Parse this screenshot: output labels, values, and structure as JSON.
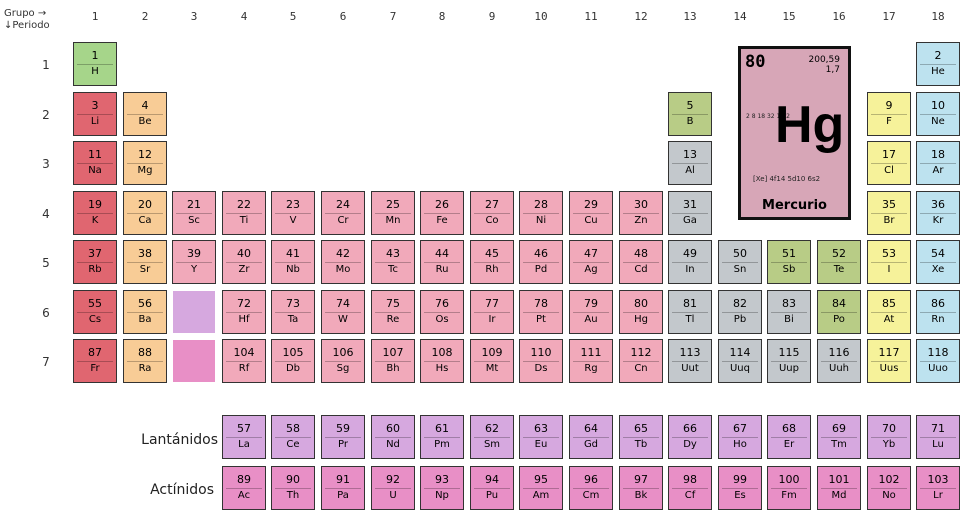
{
  "corner": {
    "grupo": "Grupo →",
    "periodo": "↓Periodo"
  },
  "groups": [
    "1",
    "2",
    "3",
    "4",
    "5",
    "6",
    "7",
    "8",
    "9",
    "10",
    "11",
    "12",
    "13",
    "14",
    "15",
    "16",
    "17",
    "18"
  ],
  "periods": [
    "1",
    "2",
    "3",
    "4",
    "5",
    "6",
    "7"
  ],
  "colors": {
    "alkali": "#e06670",
    "alkaline": "#f8cc96",
    "lanthanide": "#d6a8df",
    "actinide": "#e88fc6",
    "transition": "#f1a9ba",
    "poor": "#c3c8cc",
    "metalloid": "#b8cc86",
    "nonmetal": "#a6d58a",
    "halogen": "#f6f29a",
    "noble": "#bde2ef"
  },
  "elements": [
    {
      "num": "1",
      "sym": "H",
      "cat": "nonmetal",
      "g": 1,
      "p": 1
    },
    {
      "num": "2",
      "sym": "He",
      "cat": "noble",
      "g": 18,
      "p": 1
    },
    {
      "num": "3",
      "sym": "Li",
      "cat": "alkali",
      "g": 1,
      "p": 2
    },
    {
      "num": "4",
      "sym": "Be",
      "cat": "alkaline",
      "g": 2,
      "p": 2
    },
    {
      "num": "5",
      "sym": "B",
      "cat": "metalloid",
      "g": 13,
      "p": 2
    },
    {
      "num": "9",
      "sym": "F",
      "cat": "halogen",
      "g": 17,
      "p": 2
    },
    {
      "num": "10",
      "sym": "Ne",
      "cat": "noble",
      "g": 18,
      "p": 2
    },
    {
      "num": "11",
      "sym": "Na",
      "cat": "alkali",
      "g": 1,
      "p": 3
    },
    {
      "num": "12",
      "sym": "Mg",
      "cat": "alkaline",
      "g": 2,
      "p": 3
    },
    {
      "num": "13",
      "sym": "Al",
      "cat": "poor",
      "g": 13,
      "p": 3
    },
    {
      "num": "17",
      "sym": "Cl",
      "cat": "halogen",
      "g": 17,
      "p": 3
    },
    {
      "num": "18",
      "sym": "Ar",
      "cat": "noble",
      "g": 18,
      "p": 3
    },
    {
      "num": "19",
      "sym": "K",
      "cat": "alkali",
      "g": 1,
      "p": 4
    },
    {
      "num": "20",
      "sym": "Ca",
      "cat": "alkaline",
      "g": 2,
      "p": 4
    },
    {
      "num": "21",
      "sym": "Sc",
      "cat": "transition",
      "g": 3,
      "p": 4
    },
    {
      "num": "22",
      "sym": "Ti",
      "cat": "transition",
      "g": 4,
      "p": 4
    },
    {
      "num": "23",
      "sym": "V",
      "cat": "transition",
      "g": 5,
      "p": 4
    },
    {
      "num": "24",
      "sym": "Cr",
      "cat": "transition",
      "g": 6,
      "p": 4
    },
    {
      "num": "25",
      "sym": "Mn",
      "cat": "transition",
      "g": 7,
      "p": 4
    },
    {
      "num": "26",
      "sym": "Fe",
      "cat": "transition",
      "g": 8,
      "p": 4
    },
    {
      "num": "27",
      "sym": "Co",
      "cat": "transition",
      "g": 9,
      "p": 4
    },
    {
      "num": "28",
      "sym": "Ni",
      "cat": "transition",
      "g": 10,
      "p": 4
    },
    {
      "num": "29",
      "sym": "Cu",
      "cat": "transition",
      "g": 11,
      "p": 4
    },
    {
      "num": "30",
      "sym": "Zn",
      "cat": "transition",
      "g": 12,
      "p": 4
    },
    {
      "num": "31",
      "sym": "Ga",
      "cat": "poor",
      "g": 13,
      "p": 4
    },
    {
      "num": "35",
      "sym": "Br",
      "cat": "halogen",
      "g": 17,
      "p": 4
    },
    {
      "num": "36",
      "sym": "Kr",
      "cat": "noble",
      "g": 18,
      "p": 4
    },
    {
      "num": "37",
      "sym": "Rb",
      "cat": "alkali",
      "g": 1,
      "p": 5
    },
    {
      "num": "38",
      "sym": "Sr",
      "cat": "alkaline",
      "g": 2,
      "p": 5
    },
    {
      "num": "39",
      "sym": "Y",
      "cat": "transition",
      "g": 3,
      "p": 5
    },
    {
      "num": "40",
      "sym": "Zr",
      "cat": "transition",
      "g": 4,
      "p": 5
    },
    {
      "num": "41",
      "sym": "Nb",
      "cat": "transition",
      "g": 5,
      "p": 5
    },
    {
      "num": "42",
      "sym": "Mo",
      "cat": "transition",
      "g": 6,
      "p": 5
    },
    {
      "num": "43",
      "sym": "Tc",
      "cat": "transition",
      "g": 7,
      "p": 5
    },
    {
      "num": "44",
      "sym": "Ru",
      "cat": "transition",
      "g": 8,
      "p": 5
    },
    {
      "num": "45",
      "sym": "Rh",
      "cat": "transition",
      "g": 9,
      "p": 5
    },
    {
      "num": "46",
      "sym": "Pd",
      "cat": "transition",
      "g": 10,
      "p": 5
    },
    {
      "num": "47",
      "sym": "Ag",
      "cat": "transition",
      "g": 11,
      "p": 5
    },
    {
      "num": "48",
      "sym": "Cd",
      "cat": "transition",
      "g": 12,
      "p": 5
    },
    {
      "num": "49",
      "sym": "In",
      "cat": "poor",
      "g": 13,
      "p": 5
    },
    {
      "num": "50",
      "sym": "Sn",
      "cat": "poor",
      "g": 14,
      "p": 5
    },
    {
      "num": "51",
      "sym": "Sb",
      "cat": "metalloid",
      "g": 15,
      "p": 5
    },
    {
      "num": "52",
      "sym": "Te",
      "cat": "metalloid",
      "g": 16,
      "p": 5
    },
    {
      "num": "53",
      "sym": "I",
      "cat": "halogen",
      "g": 17,
      "p": 5
    },
    {
      "num": "54",
      "sym": "Xe",
      "cat": "noble",
      "g": 18,
      "p": 5
    },
    {
      "num": "55",
      "sym": "Cs",
      "cat": "alkali",
      "g": 1,
      "p": 6
    },
    {
      "num": "56",
      "sym": "Ba",
      "cat": "alkaline",
      "g": 2,
      "p": 6
    },
    {
      "num": "72",
      "sym": "Hf",
      "cat": "transition",
      "g": 4,
      "p": 6
    },
    {
      "num": "73",
      "sym": "Ta",
      "cat": "transition",
      "g": 5,
      "p": 6
    },
    {
      "num": "74",
      "sym": "W",
      "cat": "transition",
      "g": 6,
      "p": 6
    },
    {
      "num": "75",
      "sym": "Re",
      "cat": "transition",
      "g": 7,
      "p": 6
    },
    {
      "num": "76",
      "sym": "Os",
      "cat": "transition",
      "g": 8,
      "p": 6
    },
    {
      "num": "77",
      "sym": "Ir",
      "cat": "transition",
      "g": 9,
      "p": 6
    },
    {
      "num": "78",
      "sym": "Pt",
      "cat": "transition",
      "g": 10,
      "p": 6
    },
    {
      "num": "79",
      "sym": "Au",
      "cat": "transition",
      "g": 11,
      "p": 6
    },
    {
      "num": "80",
      "sym": "Hg",
      "cat": "transition",
      "g": 12,
      "p": 6
    },
    {
      "num": "81",
      "sym": "Tl",
      "cat": "poor",
      "g": 13,
      "p": 6
    },
    {
      "num": "82",
      "sym": "Pb",
      "cat": "poor",
      "g": 14,
      "p": 6
    },
    {
      "num": "83",
      "sym": "Bi",
      "cat": "poor",
      "g": 15,
      "p": 6
    },
    {
      "num": "84",
      "sym": "Po",
      "cat": "metalloid",
      "g": 16,
      "p": 6
    },
    {
      "num": "85",
      "sym": "At",
      "cat": "halogen",
      "g": 17,
      "p": 6
    },
    {
      "num": "86",
      "sym": "Rn",
      "cat": "noble",
      "g": 18,
      "p": 6
    },
    {
      "num": "87",
      "sym": "Fr",
      "cat": "alkali",
      "g": 1,
      "p": 7
    },
    {
      "num": "88",
      "sym": "Ra",
      "cat": "alkaline",
      "g": 2,
      "p": 7
    },
    {
      "num": "104",
      "sym": "Rf",
      "cat": "transition",
      "g": 4,
      "p": 7
    },
    {
      "num": "105",
      "sym": "Db",
      "cat": "transition",
      "g": 5,
      "p": 7
    },
    {
      "num": "106",
      "sym": "Sg",
      "cat": "transition",
      "g": 6,
      "p": 7
    },
    {
      "num": "107",
      "sym": "Bh",
      "cat": "transition",
      "g": 7,
      "p": 7
    },
    {
      "num": "108",
      "sym": "Hs",
      "cat": "transition",
      "g": 8,
      "p": 7
    },
    {
      "num": "109",
      "sym": "Mt",
      "cat": "transition",
      "g": 9,
      "p": 7
    },
    {
      "num": "110",
      "sym": "Ds",
      "cat": "transition",
      "g": 10,
      "p": 7
    },
    {
      "num": "111",
      "sym": "Rg",
      "cat": "transition",
      "g": 11,
      "p": 7
    },
    {
      "num": "112",
      "sym": "Cn",
      "cat": "transition",
      "g": 12,
      "p": 7
    },
    {
      "num": "113",
      "sym": "Uut",
      "cat": "poor",
      "g": 13,
      "p": 7
    },
    {
      "num": "114",
      "sym": "Uuq",
      "cat": "poor",
      "g": 14,
      "p": 7
    },
    {
      "num": "115",
      "sym": "Uup",
      "cat": "poor",
      "g": 15,
      "p": 7
    },
    {
      "num": "116",
      "sym": "Uuh",
      "cat": "poor",
      "g": 16,
      "p": 7
    },
    {
      "num": "117",
      "sym": "Uus",
      "cat": "halogen",
      "g": 17,
      "p": 7
    },
    {
      "num": "118",
      "sym": "Uuo",
      "cat": "noble",
      "g": 18,
      "p": 7
    }
  ],
  "placeholders": [
    {
      "g": 3,
      "p": 6,
      "cat": "lanthanide"
    },
    {
      "g": 3,
      "p": 7,
      "cat": "actinide"
    }
  ],
  "lanthanides": {
    "label": "Lantánidos",
    "cat": "lanthanide",
    "items": [
      {
        "num": "57",
        "sym": "La"
      },
      {
        "num": "58",
        "sym": "Ce"
      },
      {
        "num": "59",
        "sym": "Pr"
      },
      {
        "num": "60",
        "sym": "Nd"
      },
      {
        "num": "61",
        "sym": "Pm"
      },
      {
        "num": "62",
        "sym": "Sm"
      },
      {
        "num": "63",
        "sym": "Eu"
      },
      {
        "num": "64",
        "sym": "Gd"
      },
      {
        "num": "65",
        "sym": "Tb"
      },
      {
        "num": "66",
        "sym": "Dy"
      },
      {
        "num": "67",
        "sym": "Ho"
      },
      {
        "num": "68",
        "sym": "Er"
      },
      {
        "num": "69",
        "sym": "Tm"
      },
      {
        "num": "70",
        "sym": "Yb"
      },
      {
        "num": "71",
        "sym": "Lu"
      }
    ]
  },
  "actinides": {
    "label": "Actínidos",
    "cat": "actinide",
    "items": [
      {
        "num": "89",
        "sym": "Ac"
      },
      {
        "num": "90",
        "sym": "Th"
      },
      {
        "num": "91",
        "sym": "Pa"
      },
      {
        "num": "92",
        "sym": "U"
      },
      {
        "num": "93",
        "sym": "Np"
      },
      {
        "num": "94",
        "sym": "Pu"
      },
      {
        "num": "95",
        "sym": "Am"
      },
      {
        "num": "96",
        "sym": "Cm"
      },
      {
        "num": "97",
        "sym": "Bk"
      },
      {
        "num": "98",
        "sym": "Cf"
      },
      {
        "num": "99",
        "sym": "Es"
      },
      {
        "num": "100",
        "sym": "Fm"
      },
      {
        "num": "101",
        "sym": "Md"
      },
      {
        "num": "102",
        "sym": "No"
      },
      {
        "num": "103",
        "sym": "Lr"
      }
    ]
  },
  "featured": {
    "num": "80",
    "mass": "200,59",
    "electroneg": "1,7",
    "symbol": "Hg",
    "name": "Mercurio",
    "shells": "2 8 18 32 18 2",
    "config": "[Xe] 4f14 5d10 6s2"
  }
}
